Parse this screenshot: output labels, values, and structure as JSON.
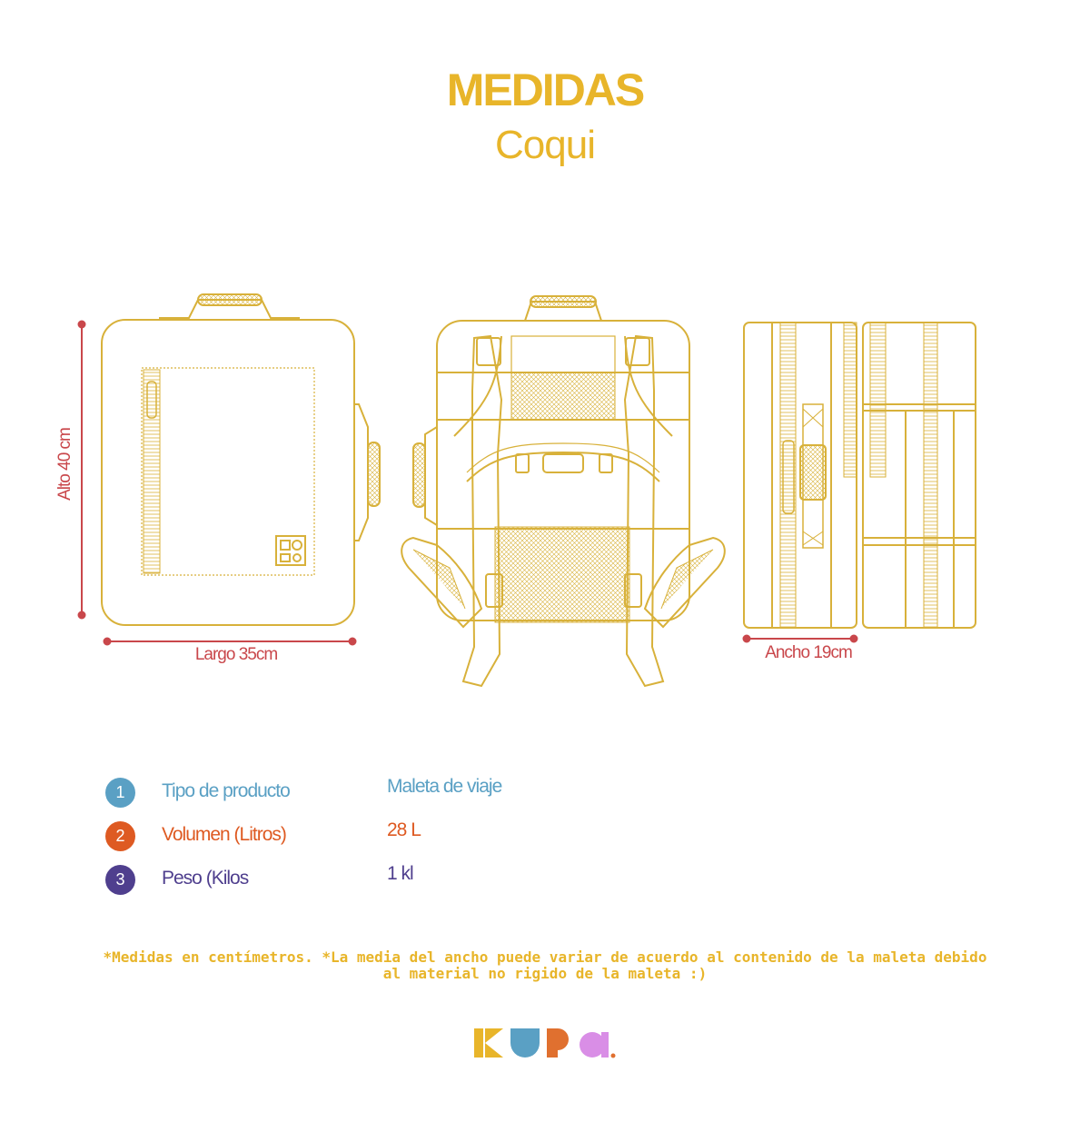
{
  "header": {
    "title": "MEDIDAS",
    "subtitle": "Coqui"
  },
  "dimensions": {
    "height_label": "Alto  40 cm",
    "length_label": "Largo 35cm",
    "width_label": "Ancho 19cm"
  },
  "specs": [
    {
      "number": "1",
      "label": "Tipo de producto",
      "value": "Maleta de viaje",
      "color": "#5aa0c4"
    },
    {
      "number": "2",
      "label": "Volumen (Litros)",
      "value": "28 L",
      "color": "#de5a22"
    },
    {
      "number": "3",
      "label": "Peso (Kilos",
      "value": "1 kl",
      "color": "#4f3f8e"
    }
  ],
  "note": {
    "line1": "*Medidas en centímetros. *La media del ancho puede variar de acuerdo al contenido de la maleta debido",
    "line2": "al material no rigido de la maleta  :)"
  },
  "colors": {
    "accent": "#e8b52a",
    "dimension": "#c9474b",
    "outline": "#d8b13a"
  },
  "logo": {
    "icon": "kupa-logo-icon"
  }
}
